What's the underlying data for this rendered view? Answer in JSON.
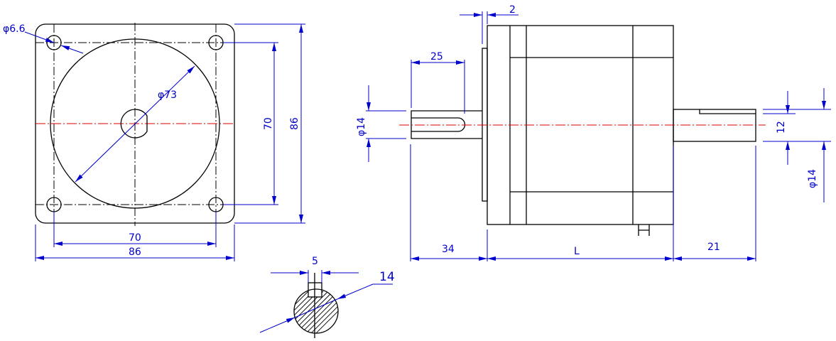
{
  "colors": {
    "outline": "#000000",
    "dimension": "#0000cc",
    "centerline": "#dd0000"
  },
  "front_view": {
    "hole_diameter": "φ6.6",
    "pilot_diameter": "φ73",
    "hole_spacing_h": "70",
    "flange_width": "86",
    "hole_spacing_v": "70",
    "flange_height": "86"
  },
  "side_view": {
    "pilot_thickness": "2",
    "key_length": "25",
    "front_shaft_diameter": "φ14",
    "front_shaft_length": "34",
    "body_length": "L",
    "rear_shaft_length": "21",
    "rear_flat_height": "12",
    "rear_shaft_diameter": "φ14"
  },
  "section_view": {
    "key_width": "5",
    "shaft_diameter": "14"
  }
}
